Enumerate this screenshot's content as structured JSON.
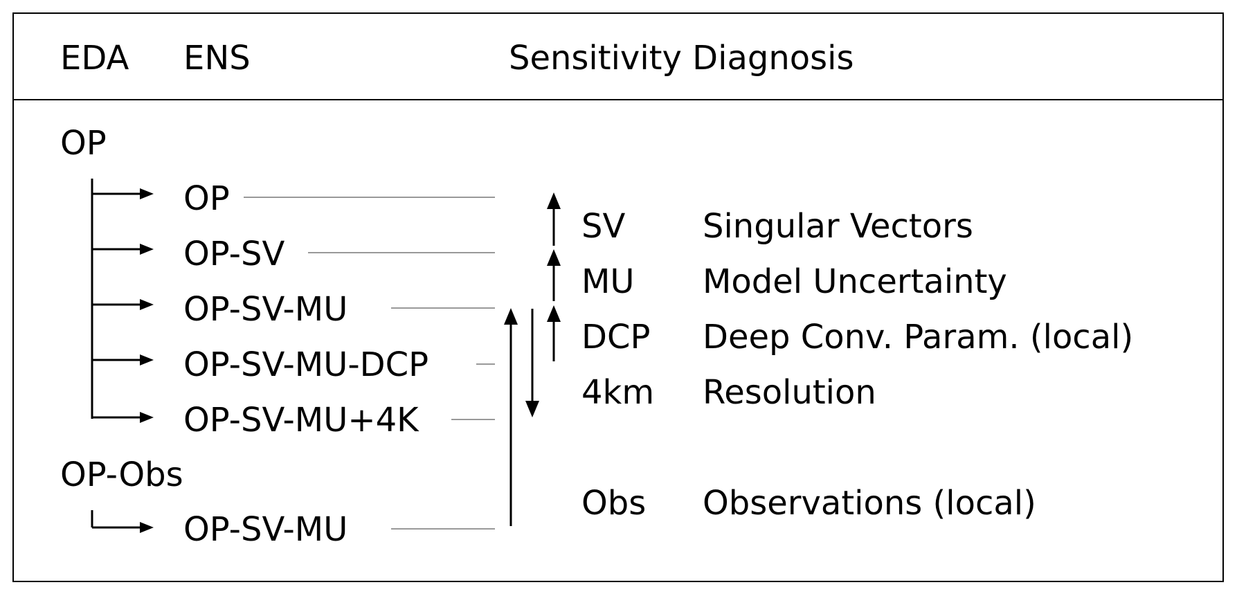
{
  "header": {
    "eda": "EDA",
    "ens": "ENS",
    "sensitivity": "Sensitivity Diagnosis"
  },
  "eda_groups": [
    {
      "label": "OP",
      "ens_members": [
        "OP",
        "OP-SV",
        "OP-SV-MU",
        "OP-SV-MU-DCP",
        "OP-SV-MU+4K"
      ]
    },
    {
      "label": "OP-Obs",
      "ens_members": [
        "OP-SV-MU"
      ]
    }
  ],
  "diagnosis": [
    {
      "code": "SV",
      "description": "Singular Vectors"
    },
    {
      "code": "MU",
      "description": "Model Uncertainty"
    },
    {
      "code": "DCP",
      "description": "Deep Conv. Param. (local)"
    },
    {
      "code": "4km",
      "description": "Resolution"
    },
    {
      "code": "Obs",
      "description": "Observations (local)"
    }
  ],
  "colors": {
    "text": "#000000",
    "connector": "#999999",
    "arrow": "#000000"
  }
}
